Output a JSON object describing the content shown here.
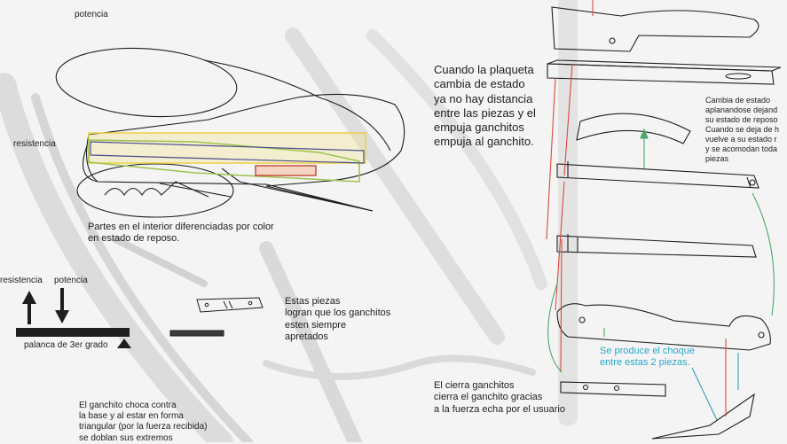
{
  "labels": {
    "potencia_top": "potencia",
    "resistencia_top": "resistencia",
    "partes_interior": "Partes en el interior diferenciadas por color\nen estado de reposo.",
    "resistencia_lever": "resistencia",
    "potencia_lever": "potencia",
    "palanca": "palanca de 3er grado",
    "estas_piezas": "Estas piezas\nlogran que los ganchitos\nesten siempre\napretados",
    "ganchito_choca": "El ganchito choca contra\nla base y al estar en forma\ntriangular (por la fuerza recibida)\nse doblan sus extremos",
    "cuando_plaqueta": "Cuando la plaqueta\ncambia de estado\nya no hay distancia\nentre las piezas y el\nempuja ganchitos\nempuja al ganchito.",
    "cambia_estado": "Cambia de estado\naplanandose dejand\nsu estado de reposo\nCuando se deja de h\nvuelve a su estado r\ny se acomodan toda\npiezas",
    "se_produce": "Se produce el choque\nentre estas 2 piezas.",
    "cierra_ganchitos": "El cierra ganchitos\ncierra el ganchito gracias\na la fuerza echa por el usuario"
  },
  "colors": {
    "ink": "#1e1e1e",
    "paper": "#f4f4f4",
    "ghost": "#d2d2d2",
    "highlight_yellow": "#e8d24a",
    "highlight_green": "#9fc24d",
    "piece_red": "#c0392b",
    "arrow_red": "#d94b3a",
    "arrow_green": "#4aa86a",
    "arrow_teal": "#3a9fb0",
    "note_cyan": "#2aa7c9"
  },
  "icons": {
    "resistance_arrow": "arrow-up-icon",
    "force_arrow": "arrow-down-icon",
    "fulcrum": "triangle-fulcrum-icon"
  }
}
